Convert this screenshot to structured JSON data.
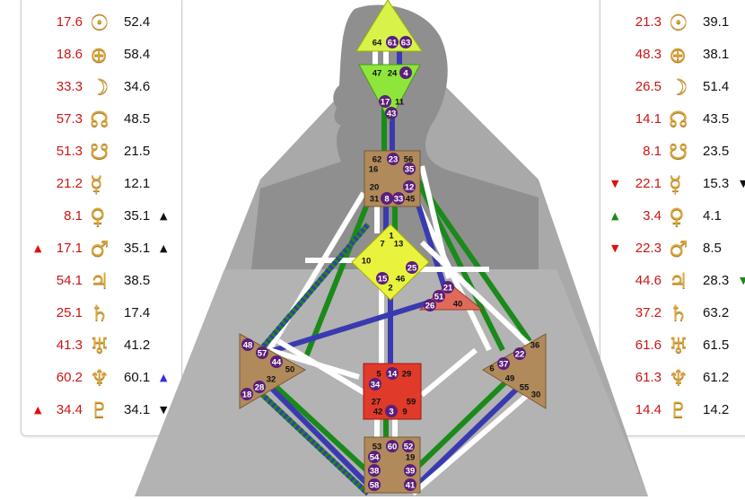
{
  "design": [
    {
      "value": "17.6",
      "planet": "sun-icon",
      "glyph": "☉",
      "degree": "52.4",
      "arrow_left": "",
      "arrow_right": ""
    },
    {
      "value": "18.6",
      "planet": "earth-icon",
      "glyph": "⊕",
      "degree": "58.4",
      "arrow_left": "",
      "arrow_right": ""
    },
    {
      "value": "33.3",
      "planet": "moon-icon",
      "glyph": "☽",
      "degree": "34.6",
      "arrow_left": "",
      "arrow_right": ""
    },
    {
      "value": "57.3",
      "planet": "north-node-icon",
      "glyph": "☊",
      "degree": "48.5",
      "arrow_left": "",
      "arrow_right": ""
    },
    {
      "value": "51.3",
      "planet": "south-node-icon",
      "glyph": "☋",
      "degree": "21.5",
      "arrow_left": "",
      "arrow_right": ""
    },
    {
      "value": "21.2",
      "planet": "mercury-icon",
      "glyph": "☿",
      "degree": "12.1",
      "arrow_left": "",
      "arrow_right": ""
    },
    {
      "value": "8.1",
      "planet": "venus-icon",
      "glyph": "♀",
      "degree": "35.1",
      "arrow_left": "",
      "arrow_right": "▲"
    },
    {
      "value": "17.1",
      "planet": "mars-icon",
      "glyph": "♂",
      "degree": "35.1",
      "arrow_left": "▲",
      "arrow_right": "▲"
    },
    {
      "value": "54.1",
      "planet": "jupiter-icon",
      "glyph": "♃",
      "degree": "38.5",
      "arrow_left": "",
      "arrow_right": ""
    },
    {
      "value": "25.1",
      "planet": "saturn-icon",
      "glyph": "♄",
      "degree": "17.4",
      "arrow_left": "",
      "arrow_right": ""
    },
    {
      "value": "41.3",
      "planet": "uranus-icon",
      "glyph": "♅",
      "degree": "41.2",
      "arrow_left": "",
      "arrow_right": ""
    },
    {
      "value": "60.2",
      "planet": "neptune-icon",
      "glyph": "♆",
      "degree": "60.1",
      "arrow_left": "",
      "arrow_right": "▲"
    },
    {
      "value": "34.4",
      "planet": "pluto-icon",
      "glyph": "♇",
      "degree": "34.1",
      "arrow_left": "▲",
      "arrow_right": "▼"
    }
  ],
  "design_arrow_colors": {
    "left": "#e01010",
    "right": "#111111",
    "neptune_right": "#3030dd"
  },
  "personality": [
    {
      "value": "21.3",
      "planet": "sun-icon",
      "glyph": "☉",
      "degree": "39.1",
      "arrow_left": "",
      "arrow_right": ""
    },
    {
      "value": "48.3",
      "planet": "earth-icon",
      "glyph": "⊕",
      "degree": "38.1",
      "arrow_left": "",
      "arrow_right": ""
    },
    {
      "value": "26.5",
      "planet": "moon-icon",
      "glyph": "☽",
      "degree": "51.4",
      "arrow_left": "",
      "arrow_right": ""
    },
    {
      "value": "14.1",
      "planet": "north-node-icon",
      "glyph": "☊",
      "degree": "43.5",
      "arrow_left": "",
      "arrow_right": ""
    },
    {
      "value": "8.1",
      "planet": "south-node-icon",
      "glyph": "☋",
      "degree": "23.5",
      "arrow_left": "",
      "arrow_right": ""
    },
    {
      "value": "22.1",
      "planet": "mercury-icon",
      "glyph": "☿",
      "degree": "15.3",
      "arrow_left": "▼",
      "arrow_right": "▼"
    },
    {
      "value": "3.4",
      "planet": "venus-icon",
      "glyph": "♀",
      "degree": "4.1",
      "arrow_left": "▲",
      "arrow_right": ""
    },
    {
      "value": "22.3",
      "planet": "mars-icon",
      "glyph": "♂",
      "degree": "8.5",
      "arrow_left": "▼",
      "arrow_right": ""
    },
    {
      "value": "44.6",
      "planet": "jupiter-icon",
      "glyph": "♃",
      "degree": "28.3",
      "arrow_left": "",
      "arrow_right": "▼"
    },
    {
      "value": "37.2",
      "planet": "saturn-icon",
      "glyph": "♄",
      "degree": "63.2",
      "arrow_left": "",
      "arrow_right": ""
    },
    {
      "value": "61.6",
      "planet": "uranus-icon",
      "glyph": "♅",
      "degree": "61.5",
      "arrow_left": "",
      "arrow_right": ""
    },
    {
      "value": "61.3",
      "planet": "neptune-icon",
      "glyph": "♆",
      "degree": "61.2",
      "arrow_left": "",
      "arrow_right": ""
    },
    {
      "value": "14.4",
      "planet": "pluto-icon",
      "glyph": "♇",
      "degree": "14.2",
      "arrow_left": "",
      "arrow_right": ""
    }
  ],
  "colors": {
    "design_red": "#cc1515",
    "glyph_gold": "#d9a63a",
    "head": "#d8f24a",
    "ajna": "#8fe63a",
    "g_center": "#e9f23c",
    "throat": "#b08a5a",
    "spleen": "#b08a5a",
    "sacral": "#e03a2a",
    "ego": "#e06a5a",
    "root": "#b08a5a",
    "gate_circle": "#5a1f7a",
    "channel_green": "#1a8a1a",
    "channel_blue": "#3a3ab0",
    "body_gray": "#a8a8a8"
  },
  "centers": {
    "head": {
      "gates": [
        "64",
        "61",
        "63"
      ],
      "activated": [
        "61",
        "63"
      ]
    },
    "ajna": {
      "gates": [
        "47",
        "24",
        "4",
        "17",
        "11",
        "43"
      ],
      "activated": [
        "4",
        "17",
        "43"
      ]
    },
    "throat": {
      "gates": [
        "62",
        "23",
        "56",
        "16",
        "35",
        "20",
        "12",
        "31",
        "8",
        "33",
        "45"
      ],
      "activated": [
        "23",
        "35",
        "12",
        "8",
        "33"
      ]
    },
    "g": {
      "gates": [
        "1",
        "7",
        "13",
        "10",
        "25",
        "15",
        "46",
        "2"
      ],
      "activated": [
        "25",
        "15"
      ]
    },
    "ego": {
      "gates": [
        "21",
        "51",
        "26",
        "40"
      ],
      "activated": [
        "21",
        "51",
        "26"
      ]
    },
    "spleen": {
      "gates": [
        "48",
        "57",
        "44",
        "50",
        "32",
        "28",
        "18"
      ],
      "activated": [
        "48",
        "57",
        "44",
        "28",
        "18"
      ]
    },
    "solar_plexus": {
      "gates": [
        "36",
        "22",
        "37",
        "6",
        "49",
        "55",
        "30"
      ],
      "activated": [
        "22",
        "37"
      ]
    },
    "sacral": {
      "gates": [
        "5",
        "14",
        "29",
        "34",
        "27",
        "59",
        "42",
        "3",
        "9"
      ],
      "activated": [
        "14",
        "34",
        "3"
      ]
    },
    "root": {
      "gates": [
        "53",
        "60",
        "52",
        "54",
        "19",
        "38",
        "39",
        "58",
        "41"
      ],
      "activated": [
        "60",
        "52",
        "54",
        "38",
        "39",
        "58",
        "41"
      ]
    }
  }
}
